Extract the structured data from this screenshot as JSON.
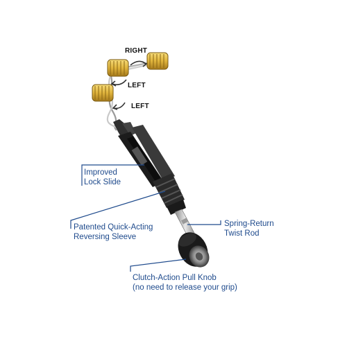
{
  "direction_labels": {
    "right": "RIGHT",
    "left_top": "LEFT",
    "left_bottom": "LEFT"
  },
  "callouts": {
    "lock_slide": {
      "line1": "Improved",
      "line2": "Lock Slide"
    },
    "reversing_sleeve": {
      "line1": "Patented Quick-Acting",
      "line2": "Reversing Sleeve"
    },
    "twist_rod": {
      "line1": "Spring-Return",
      "line2": "Twist Rod"
    },
    "pull_knob": {
      "line1": "Clutch-Action Pull Knob",
      "line2": "(no need to release your grip)"
    }
  },
  "colors": {
    "callout_text": "#1e4a8c",
    "callout_line": "#1e4a8c",
    "tool_body": "#2b2b2b",
    "wire_nut": "#e8c14a"
  }
}
